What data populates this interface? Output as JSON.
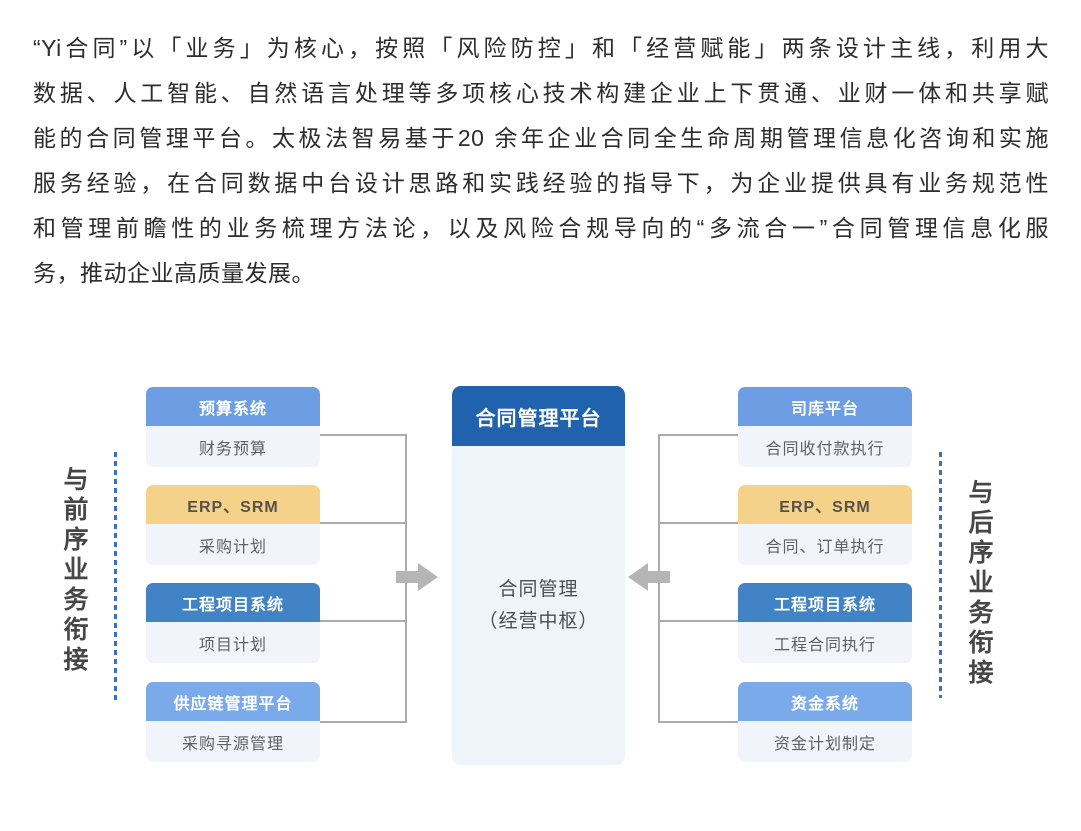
{
  "intro": {
    "lines": [
      "“Yi合同”以「业务」为核心，按照「风险防控」和「经营赋能」两条设计主线，利用大",
      "数据、人工智能、自然语言处理等多项核心技术构建企业上下贯通、业财一体和共享赋",
      "能的合同管理平台。太极法智易基于20 余年企业合同全生命周期管理信息化咨询和实施",
      "服务经验，在合同数据中台设计思路和实践经验的指导下，为企业提供具有业务规范性",
      "和管理前瞻性的业务梳理方法论，以及风险合规导向的“多流合一”合同管理信息化服",
      "务，推动企业高质量发展。"
    ]
  },
  "diagram": {
    "left_label": "与前序业务衔接",
    "right_label": "与后序业务衔接",
    "center_card": {
      "title": "合同管理平台",
      "body_line1": "合同管理",
      "body_line2": "（经营中枢）"
    },
    "left_cards": [
      {
        "title": "预算系统",
        "subtitle": "财务预算"
      },
      {
        "title": "ERP、SRM",
        "subtitle": "采购计划"
      },
      {
        "title": "工程项目系统",
        "subtitle": "项目计划"
      },
      {
        "title": "供应链管理平台",
        "subtitle": "采购寻源管理"
      }
    ],
    "right_cards": [
      {
        "title": "司库平台",
        "subtitle": "合同收付款执行"
      },
      {
        "title": "ERP、SRM",
        "subtitle": "合同、订单执行"
      },
      {
        "title": "工程项目系统",
        "subtitle": "工程合同执行"
      },
      {
        "title": "资金系统",
        "subtitle": "资金计划制定"
      }
    ],
    "colors": {
      "header_medium_blue": "#6D9EE3",
      "header_yellow": "#F5D289",
      "header_strong_blue": "#4283C5",
      "header_light_blue": "#7BAAEB",
      "center_header_blue": "#2162AE",
      "card_body_bg": "#F1F4FA",
      "center_body_bg": "#EFF3FA",
      "connector_gray": "#ABABAB",
      "arrow_gray": "#B5B5B5",
      "dotted_line_blue": "#3A6FC5",
      "body_text": "#2d2d2d"
    }
  }
}
